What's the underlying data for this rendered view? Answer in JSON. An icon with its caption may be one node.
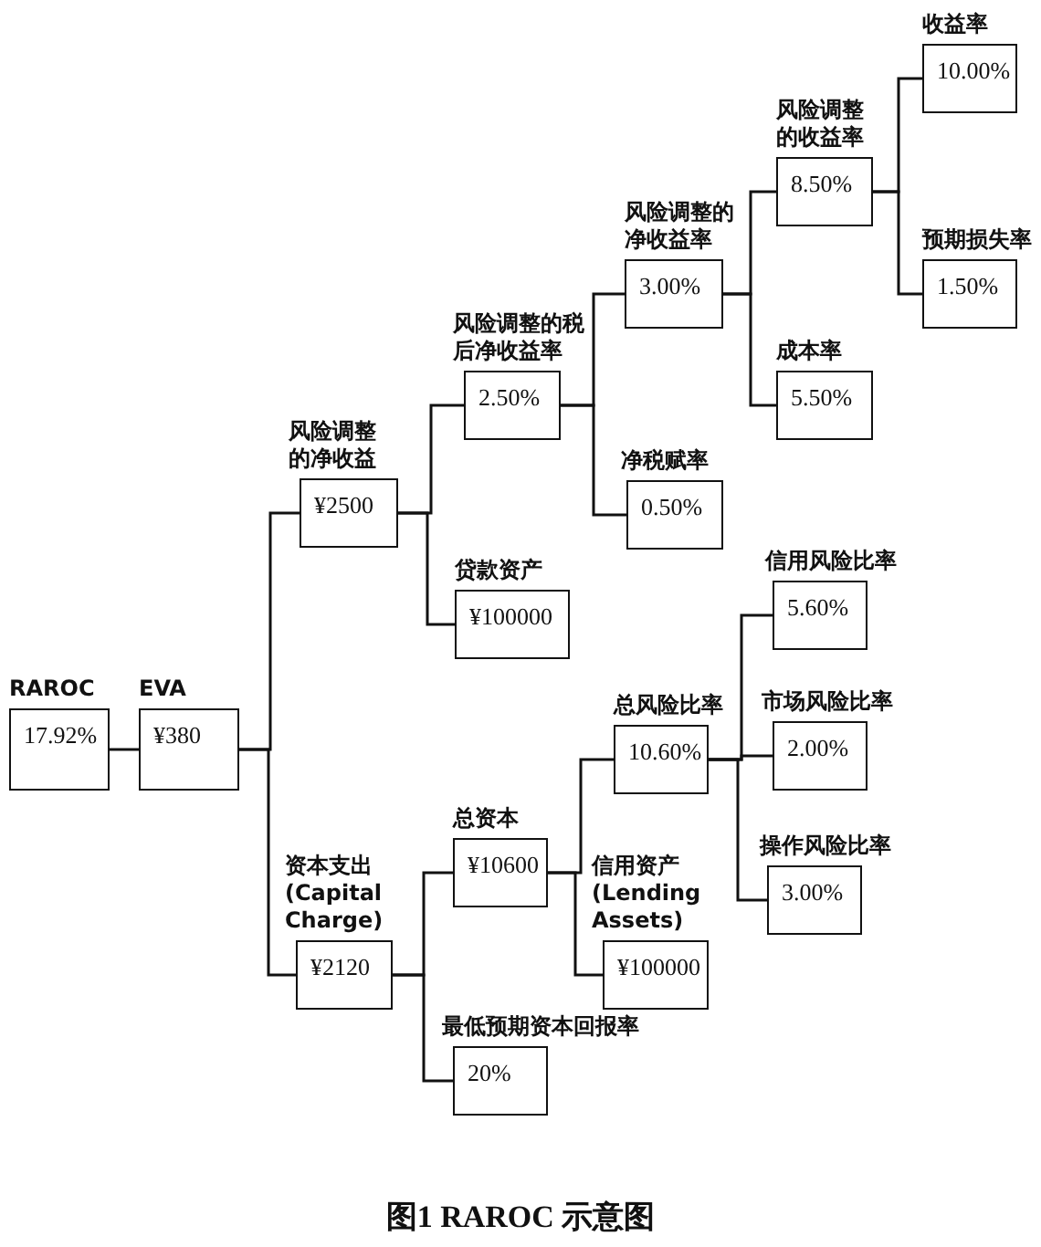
{
  "diagram": {
    "caption": "图1 RAROC 示意图",
    "nodes": [
      {
        "text": [
          "RAROC",
          "17.92%"
        ]
      },
      {
        "text": [
          "EVA",
          "¥380"
        ]
      },
      {
        "text": [
          "风险调整的净收益",
          "¥2500"
        ]
      },
      {
        "text": [
          "风险调整的税后净收益率",
          "2.50%"
        ]
      },
      {
        "text": [
          "风险调整的净收益率",
          "3.00%"
        ]
      },
      {
        "text": [
          "风险调整的收益率",
          "8.50%"
        ]
      },
      {
        "text": [
          "收益率",
          "10.00%"
        ]
      },
      {
        "text": [
          "预期损失率",
          "1.50%"
        ]
      },
      {
        "text": [
          "成本率",
          "5.50%"
        ]
      },
      {
        "text": [
          "净税赋率",
          "0.50%"
        ]
      },
      {
        "text": [
          "贷款资产",
          "¥100000"
        ]
      },
      {
        "text": [
          "资本支出 (Capital Charge)",
          "¥2120"
        ]
      },
      {
        "text": [
          "总资本",
          "¥10600"
        ]
      },
      {
        "text": [
          "总风险比率",
          "10.60%"
        ]
      },
      {
        "text": [
          "信用风险比率",
          "5.60%"
        ]
      },
      {
        "text": [
          "市场风险比率",
          "2.00%"
        ]
      },
      {
        "text": [
          "操作风险比率",
          "3.00%"
        ]
      },
      {
        "text": [
          "信用资产 (Lending Assets)",
          "¥100000"
        ]
      },
      {
        "text": [
          "最低预期资本回报率",
          "20%"
        ]
      }
    ],
    "edges": [
      {
        "from": 0,
        "to": 1,
        "arrow": "none"
      },
      {
        "from": 1,
        "to": 2,
        "arrow": "none"
      },
      {
        "from": 1,
        "to": 11,
        "arrow": "none"
      },
      {
        "from": 2,
        "to": 3,
        "arrow": "none"
      },
      {
        "from": 2,
        "to": 10,
        "arrow": "none"
      },
      {
        "from": 3,
        "to": 4,
        "arrow": "none"
      },
      {
        "from": 3,
        "to": 9,
        "arrow": "none"
      },
      {
        "from": 4,
        "to": 5,
        "arrow": "none"
      },
      {
        "from": 4,
        "to": 8,
        "arrow": "none"
      },
      {
        "from": 5,
        "to": 6,
        "arrow": "none"
      },
      {
        "from": 5,
        "to": 7,
        "arrow": "none"
      },
      {
        "from": 11,
        "to": 12,
        "arrow": "none"
      },
      {
        "from": 11,
        "to": 18,
        "arrow": "none"
      },
      {
        "from": 12,
        "to": 13,
        "arrow": "none"
      },
      {
        "from": 12,
        "to": 17,
        "arrow": "none"
      },
      {
        "from": 13,
        "to": 14,
        "arrow": "none"
      },
      {
        "from": 13,
        "to": 15,
        "arrow": "none"
      },
      {
        "from": 13,
        "to": 16,
        "arrow": "none"
      }
    ]
  }
}
